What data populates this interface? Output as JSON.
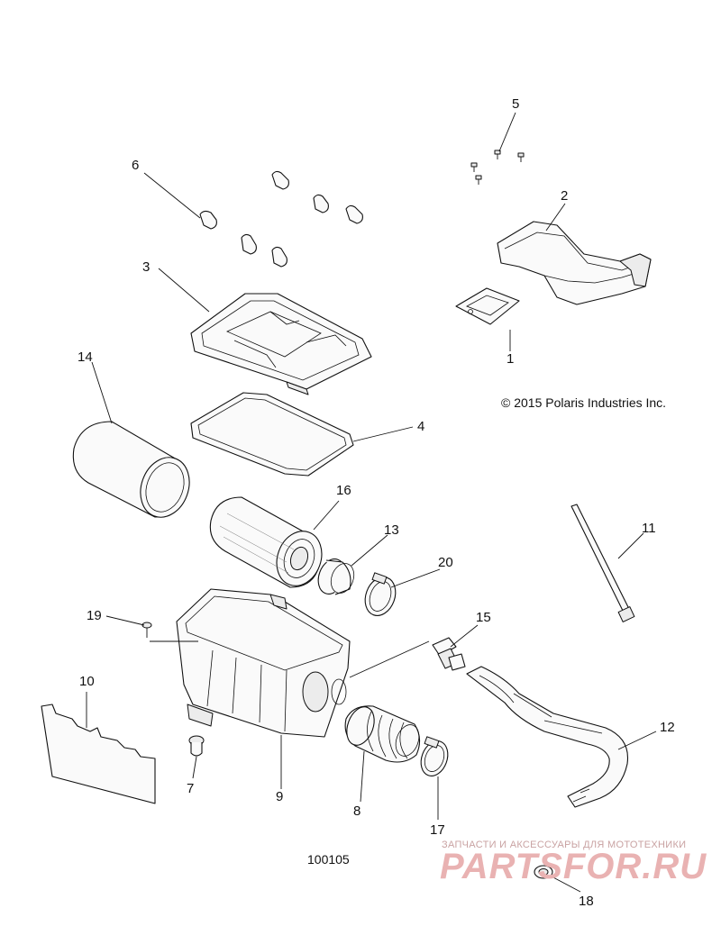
{
  "copyright": "© 2015 Polaris Industries Inc.",
  "drawing_number": "100105",
  "watermark": {
    "caption": "ЗАПЧАСТИ И АКСЕССУАРЫ ДЛЯ МОТОТЕХНИКИ",
    "brand": "PARTSFOR.RU"
  },
  "callouts": [
    "1",
    "2",
    "3",
    "4",
    "5",
    "6",
    "7",
    "8",
    "9",
    "10",
    "11",
    "12",
    "13",
    "14",
    "15",
    "16",
    "17",
    "18",
    "19",
    "20"
  ]
}
